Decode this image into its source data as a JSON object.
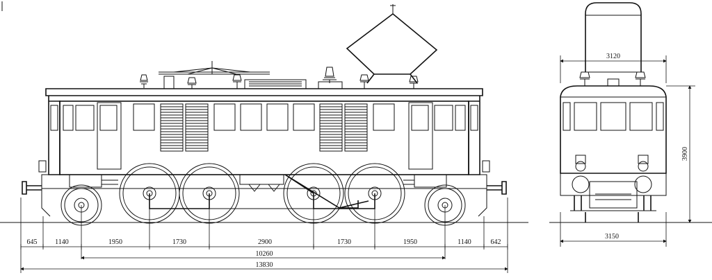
{
  "side_view": {
    "lengths_bottom": [
      "645",
      "1140",
      "1950",
      "1730",
      "2900",
      "1730",
      "1950",
      "1140",
      "642"
    ],
    "wheelbase": "10260",
    "overall_length": "13830"
  },
  "end_view": {
    "roof_width": "3120",
    "height": "3900",
    "width": "3150"
  }
}
